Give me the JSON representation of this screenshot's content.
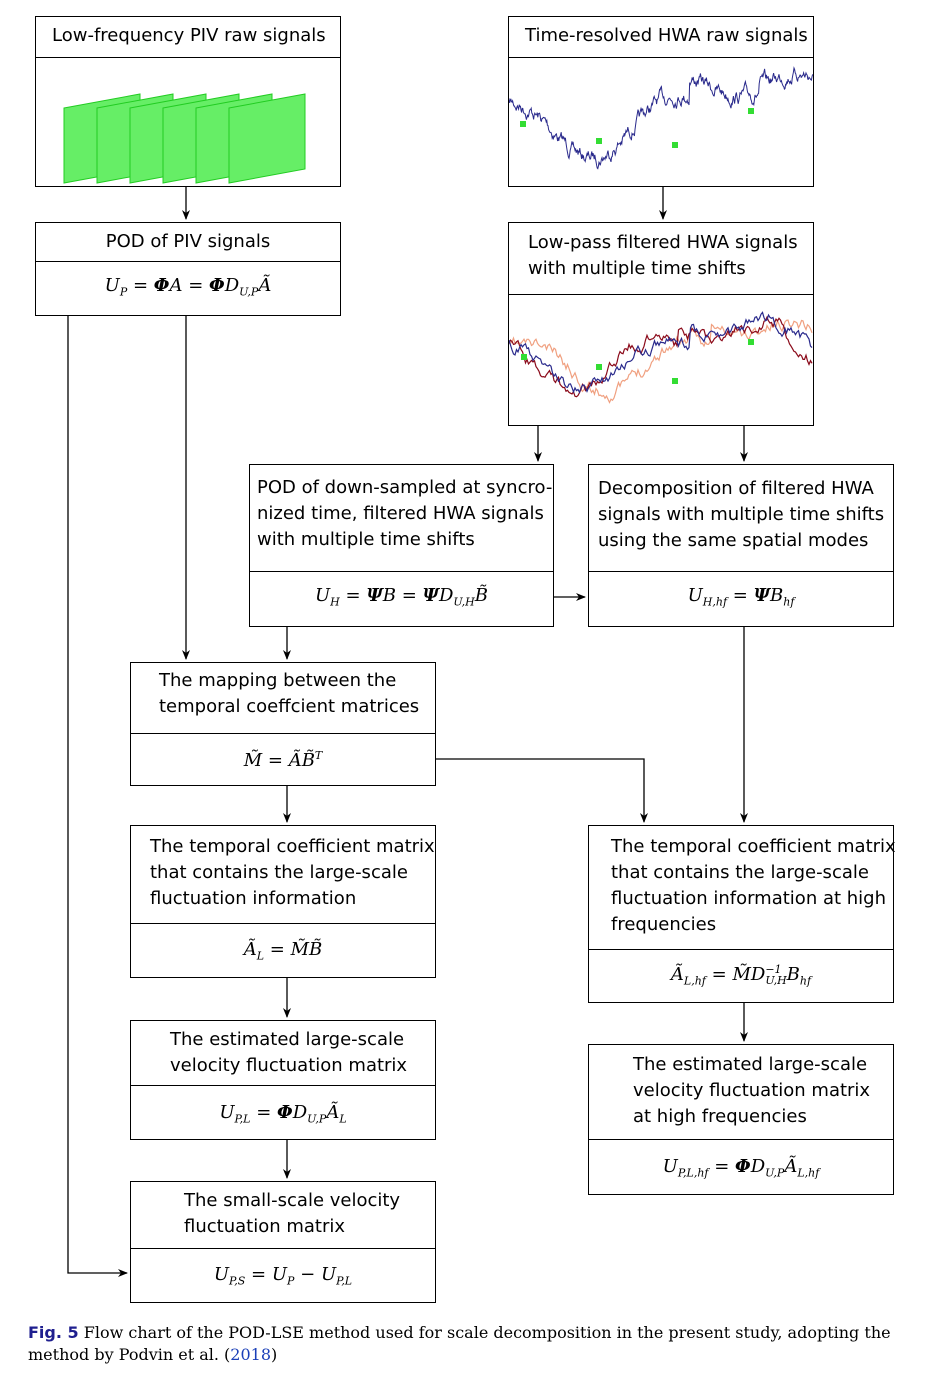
{
  "boxes": {
    "piv_raw": {
      "lines": [
        "Low-frequency PIV raw signals"
      ]
    },
    "hwa_raw": {
      "lines": [
        "Time-resolved HWA raw signals"
      ]
    },
    "pod_piv": {
      "lines": [
        "POD of PIV signals"
      ]
    },
    "lowpass": {
      "lines": [
        "Low-pass filtered HWA signals",
        "with multiple time shifts"
      ]
    },
    "pod_hwa": {
      "lines": [
        "POD of down-sampled at syncro-",
        "nized time, filtered HWA signals",
        "with multiple time shifts"
      ]
    },
    "decomp": {
      "lines": [
        "Decomposition of filtered HWA",
        "signals with multiple time shifts",
        "using the same spatial modes"
      ]
    },
    "mapping": {
      "lines": [
        "The mapping between the",
        "temporal coeffcient matrices"
      ]
    },
    "temp_large": {
      "lines": [
        "The temporal coefficient matrix",
        "that contains the large-scale",
        "fluctuation information"
      ]
    },
    "temp_high": {
      "lines": [
        "The temporal coefficient matrix",
        "that contains the large-scale",
        "fluctuation information at high",
        "frequencies"
      ]
    },
    "est_large": {
      "lines": [
        "The estimated large-scale",
        "velocity fluctuation matrix"
      ]
    },
    "est_high": {
      "lines": [
        "The estimated large-scale",
        "velocity fluctuation matrix",
        "at high frequencies"
      ]
    },
    "small": {
      "lines": [
        "The small-scale velocity",
        "fluctuation matrix"
      ]
    }
  },
  "equations": {
    "pod_piv": "U_P = ΦA = ΦD_{U,P}Ã",
    "pod_hwa": "U_H = ΨB = ΨD_{U,H}B̃",
    "decomp": "U_{H,hf} = ΨB_{hf}",
    "mapping": "M̃ = ÃB̃^T",
    "temp_large": "Ã_L = M̃B̃",
    "temp_high": "Ã_{L,hf} = M̃D_{U,H}^{-1}B_{hf}",
    "est_large": "U_{P,L} = ΦD_{U,P}Ã_L",
    "est_high": "U_{P,L,hf} = ΦD_{U,P}Ã_{L,hf}",
    "small": "U_{P,S} = U_P − U_{P,L}"
  },
  "colors": {
    "piv_frame": "#66ee66",
    "piv_frame_edge": "#22cc22",
    "hwa_raw": "#2a2a8c",
    "filtered_blue": "#2a2a8c",
    "filtered_red": "#8b0a1a",
    "filtered_salmon": "#f0a080",
    "marker": "#33dd33",
    "fig_label": "#1f1f8f",
    "link": "#1a3fb8"
  },
  "caption": {
    "label": "Fig. 5",
    "text": "Flow chart of the POD-LSE method used for scale decomposition in the present study, adopting the method by Podvin et al. (",
    "year": "2018",
    "close": ")"
  }
}
